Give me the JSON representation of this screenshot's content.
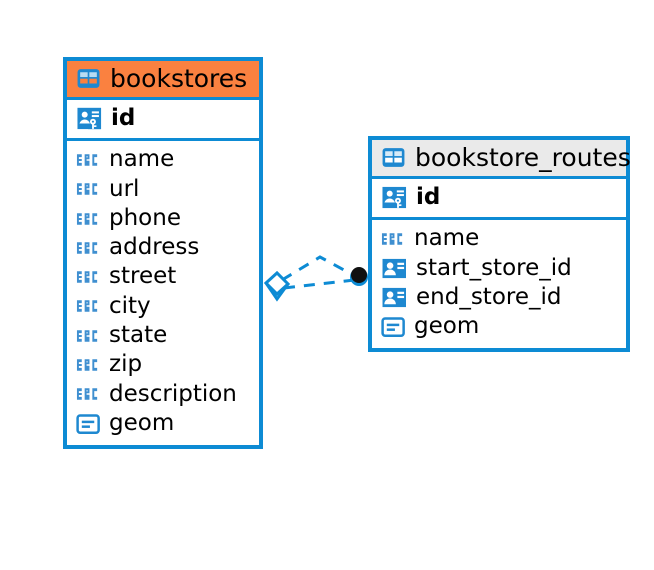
{
  "diagram": {
    "type": "entity-relationship-diagram",
    "background": "#ffffff",
    "accent_color": "#0d8bd4",
    "highlight_header_color": "#fa8140",
    "neutral_header_color": "#eaeaea",
    "entities": [
      {
        "name": "bookstores",
        "header_style": "orange",
        "header_icon": "table-icon",
        "primary_key": {
          "name": "id",
          "icon": "primary-key-icon"
        },
        "fields": [
          {
            "name": "name",
            "icon": "text-abc-icon"
          },
          {
            "name": "url",
            "icon": "text-abc-icon"
          },
          {
            "name": "phone",
            "icon": "text-abc-icon"
          },
          {
            "name": "address",
            "icon": "text-abc-icon"
          },
          {
            "name": "street",
            "icon": "text-abc-icon"
          },
          {
            "name": "city",
            "icon": "text-abc-icon"
          },
          {
            "name": "state",
            "icon": "text-abc-icon"
          },
          {
            "name": "zip",
            "icon": "text-abc-icon"
          },
          {
            "name": "description",
            "icon": "text-abc-icon"
          },
          {
            "name": "geom",
            "icon": "geometry-icon"
          }
        ]
      },
      {
        "name": "bookstore_routes",
        "header_style": "grey",
        "header_icon": "table-icon",
        "primary_key": {
          "name": "id",
          "icon": "primary-key-icon"
        },
        "fields": [
          {
            "name": "name",
            "icon": "text-abc-icon"
          },
          {
            "name": "start_store_id",
            "icon": "foreign-key-icon"
          },
          {
            "name": "end_store_id",
            "icon": "foreign-key-icon"
          },
          {
            "name": "geom",
            "icon": "geometry-icon"
          }
        ]
      }
    ],
    "relationship": {
      "style": "dashed",
      "color": "#0d8bd4",
      "source_marker": "diamond-marker",
      "target_marker": "filled-circle-marker"
    }
  }
}
